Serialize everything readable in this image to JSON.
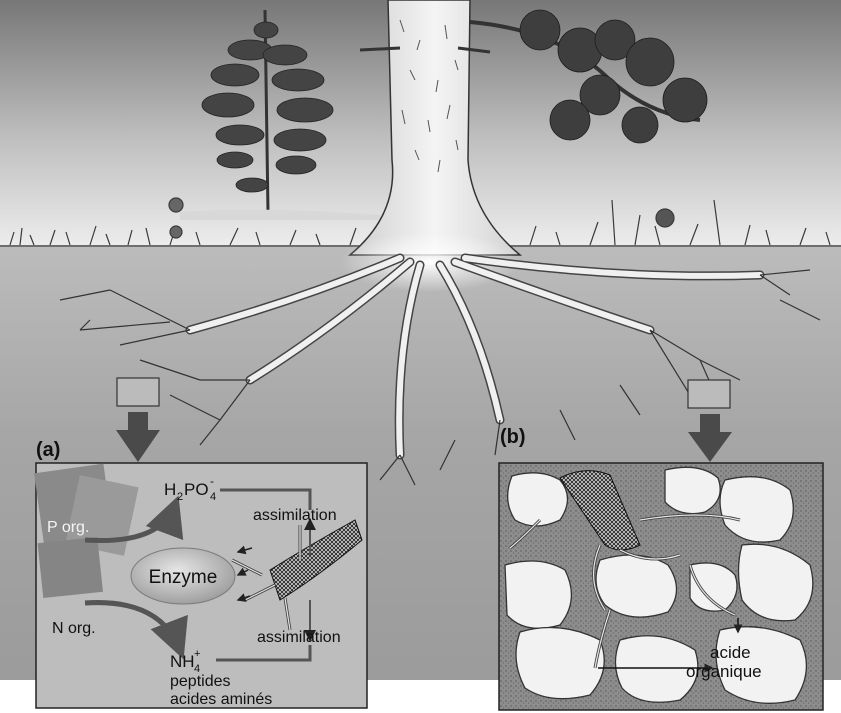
{
  "panel_a": {
    "label": "(a)",
    "p_org": "P org.",
    "n_org": "N org.",
    "enzyme": "Enzyme",
    "phosphate": {
      "base": "H",
      "sub1": "2",
      "mid": "PO",
      "sub2": "4",
      "sup": "-"
    },
    "ammonium": {
      "base": "NH",
      "sub": "4",
      "sup": "+"
    },
    "assimilation_top": "assimilation",
    "assimilation_bottom": "assimilation",
    "peptides": "peptides",
    "amino_acids": "acides aminés"
  },
  "panel_b": {
    "label": "(b)",
    "organic_acid_line1": "acide",
    "organic_acid_line2": "organique"
  },
  "colors": {
    "sky_top": "#7a7a7a",
    "sky_bottom": "#e4e4e4",
    "soil": "#a9a9a9",
    "root": "#eeeeee",
    "arrow": "#4a4a4a",
    "panel_a_bg": "#bdbdbd",
    "panel_b_bg": "#8c8c8c"
  },
  "icons": [
    "pine-tree-icon",
    "pine-branch-icon",
    "trunk-icon",
    "root-system-icon",
    "hypha-icon",
    "soil-particle-icon"
  ]
}
